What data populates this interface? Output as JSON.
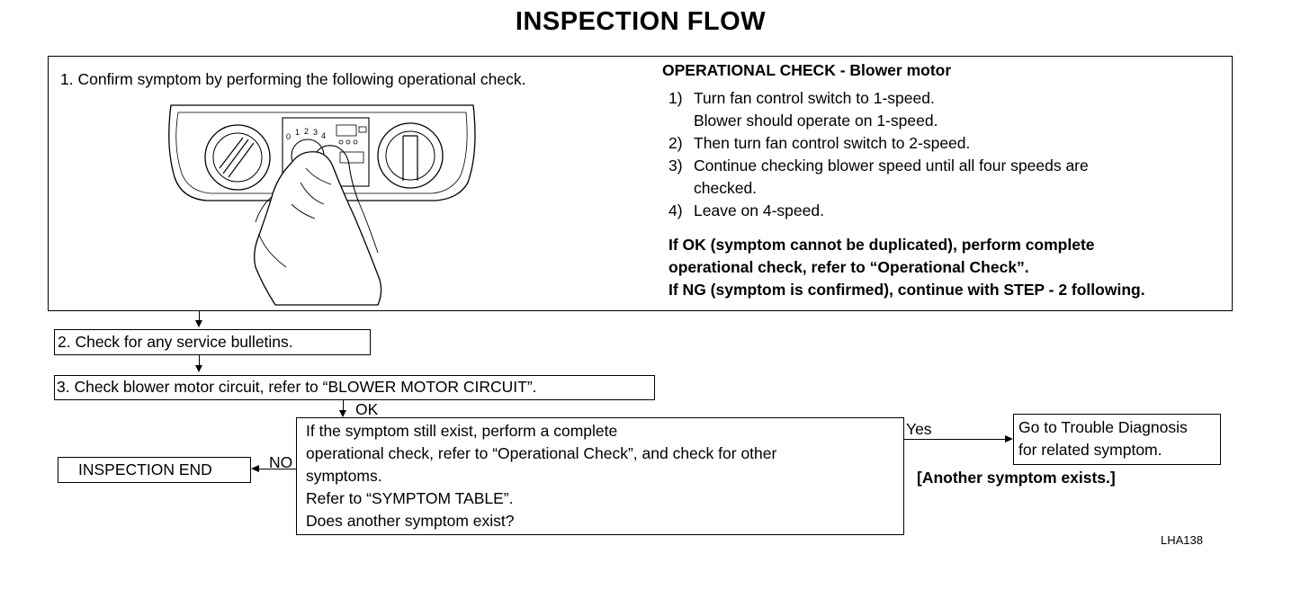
{
  "title": "INSPECTION FLOW",
  "step1": {
    "text": "1.  Confirm symptom by performing the following operational check.",
    "panel_labels": {
      "fan_speeds": [
        "0",
        "1",
        "2",
        "3",
        "4"
      ]
    }
  },
  "operational_check": {
    "heading": "OPERATIONAL CHECK - Blower motor",
    "items": [
      {
        "num": "1)",
        "lines": [
          "Turn fan control switch to 1-speed.",
          "Blower should operate on 1-speed."
        ]
      },
      {
        "num": "2)",
        "lines": [
          "Then turn fan control switch to 2-speed."
        ]
      },
      {
        "num": "3)",
        "lines": [
          "Continue checking blower speed until all four speeds are",
          "checked."
        ]
      },
      {
        "num": "4)",
        "lines": [
          "Leave on 4-speed."
        ]
      }
    ],
    "result_lines": [
      "If OK (symptom cannot be duplicated), perform complete",
      "operational check, refer to “Operational Check”.",
      "If NG (symptom is confirmed), continue with STEP - 2 following."
    ]
  },
  "step2": "2.  Check for any service bulletins.",
  "step3": "3.  Check blower motor circuit, refer to “BLOWER MOTOR CIRCUIT”.",
  "ok_label": "OK",
  "decision": {
    "lines": [
      "If the symptom still exist, perform a complete",
      "operational check, refer to “Operational Check”, and check for other",
      "symptoms.",
      "Refer to “SYMPTOM TABLE”.",
      "Does another symptom exist?"
    ]
  },
  "no_label": "NO",
  "yes_label": "Yes",
  "end_box": "INSPECTION END",
  "trouble_box": [
    "Go to Trouble Diagnosis",
    "for related symptom."
  ],
  "another_symptom": "[Another symptom exists.]",
  "figure_code": "LHA138"
}
